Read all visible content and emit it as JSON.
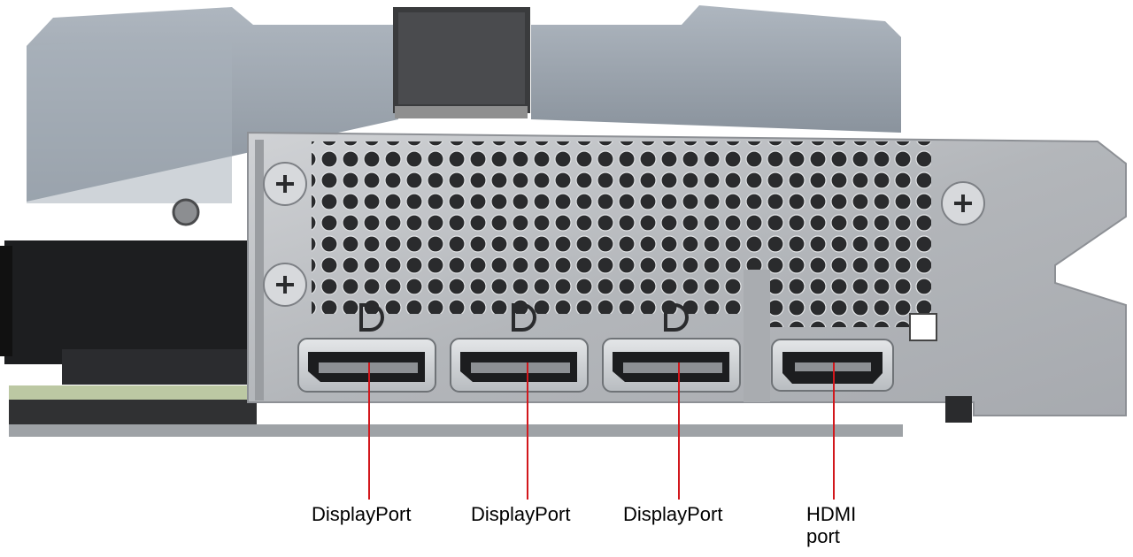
{
  "image": {
    "subject": "graphics-card-io-bracket",
    "colors": {
      "callout_line": "#d2171c",
      "label_text": "#000000",
      "shroud": "#9aa3ad",
      "bracket": "#b9bcc0",
      "bracket_hole": "#2a2b2d",
      "port_frame": "#cfd2d5",
      "pcb": "#bcc8a3"
    },
    "callouts": [
      {
        "label": "DisplayPort"
      },
      {
        "label": "DisplayPort"
      },
      {
        "label": "DisplayPort"
      },
      {
        "label": "HDMI port",
        "line1": "HDMI",
        "line2": "port"
      }
    ]
  }
}
